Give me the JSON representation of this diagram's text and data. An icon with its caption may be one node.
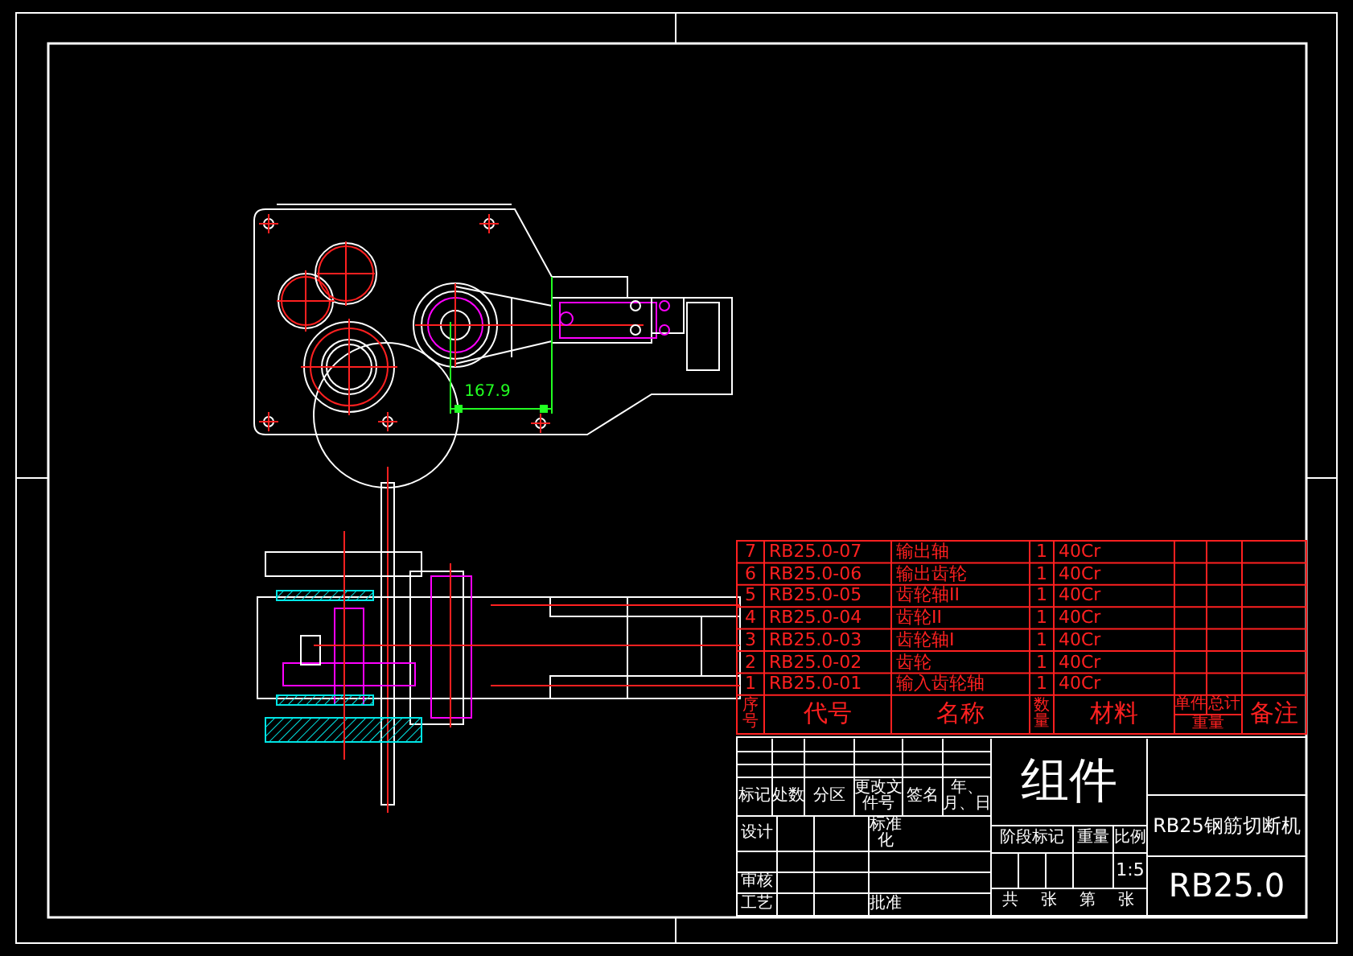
{
  "diagram": {
    "labels": [
      "167.9",
      "7",
      "RB25.0-07",
      "输出轴",
      "1",
      "40Cr",
      "6",
      "RB25.0-06",
      "输出齿轮",
      "1",
      "40Cr",
      "5",
      "RB25.0-05",
      "齿轮轴II",
      "1",
      "40Cr",
      "4",
      "RB25.0-04",
      "齿轮II",
      "1",
      "40Cr",
      "3",
      "RB25.0-03",
      "齿轮轴I",
      "1",
      "40Cr",
      "2",
      "RB25.0-02",
      "齿轮",
      "1",
      "40Cr",
      "1",
      "RB25.0-01",
      "输入齿轮轴",
      "1",
      "40Cr",
      "序号",
      "代号",
      "名称",
      "数量",
      "材料",
      "单件",
      "总计",
      "重量",
      "备注",
      "标记",
      "处数",
      "分区",
      "更改文件号",
      "签名",
      "年、月、日",
      "设计",
      "标准化",
      "审核",
      "工艺",
      "批准",
      "组件",
      "阶段标记",
      "重量",
      "比例",
      "1:5",
      "共",
      "张",
      "第",
      "张",
      "RB25钢筋切断机",
      "RB25.0"
    ]
  }
}
